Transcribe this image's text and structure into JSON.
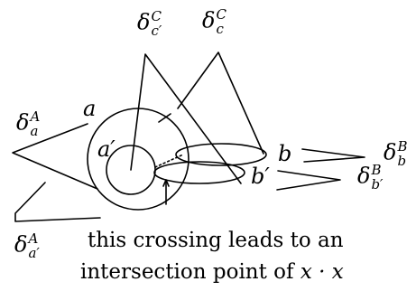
{
  "labels": {
    "delta": "δ",
    "delta_c_prime": {
      "sup": "C",
      "sub": "c′"
    },
    "delta_c": {
      "sup": "C",
      "sub": "c"
    },
    "delta_a": {
      "sup": "A",
      "sub": "a"
    },
    "delta_a_prime": {
      "sup": "A",
      "sub": "a′"
    },
    "delta_b": {
      "sup": "B",
      "sub": "b"
    },
    "delta_b_prime": {
      "sup": "B",
      "sub": "b′"
    },
    "a": "a",
    "a_prime": "a′",
    "b": "b",
    "b_prime": "b′"
  },
  "caption": {
    "line1": "this crossing leads to an",
    "line2_text": "intersection point of ",
    "line2_math": "x · x"
  },
  "colors": {
    "ink": "#000000",
    "background": "#ffffff"
  }
}
